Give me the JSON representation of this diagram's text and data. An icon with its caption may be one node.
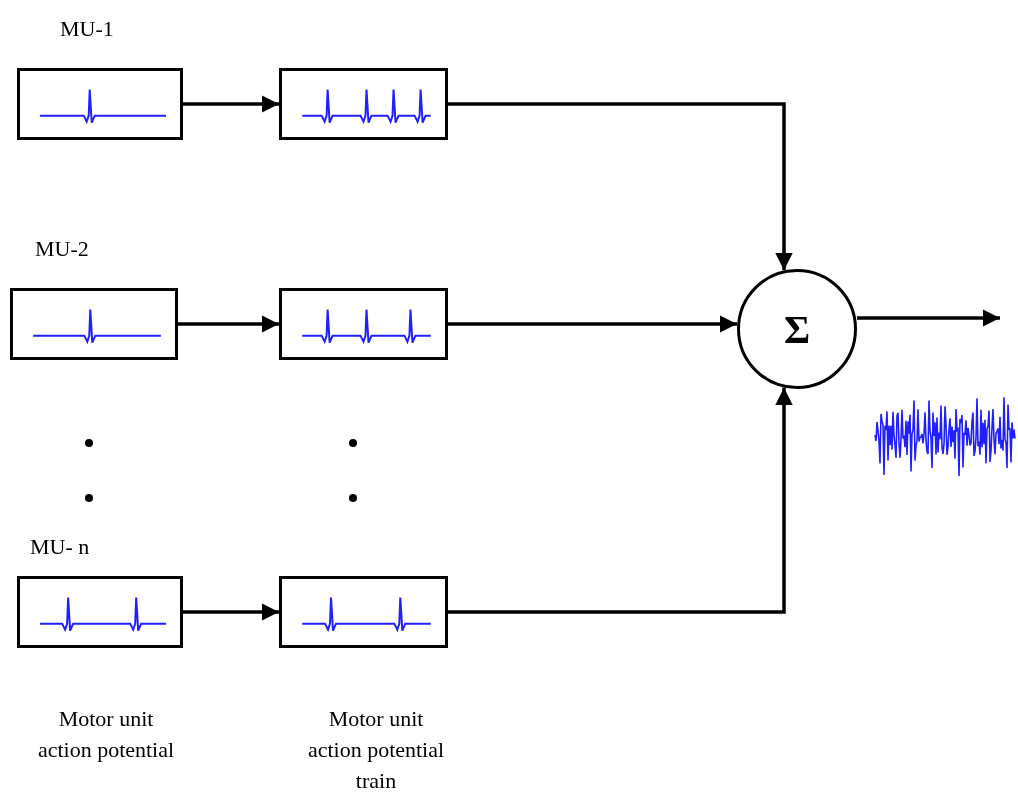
{
  "diagram": {
    "nodes": [
      {
        "text": [
          "MU-1"
        ]
      },
      {
        "text": [],
        "shape": "picture"
      },
      {
        "text": [
          "MU-2"
        ]
      },
      {
        "text": [],
        "shape": "picture"
      },
      {
        "text": [
          "MU- n"
        ]
      },
      {
        "text": [],
        "shape": "picture"
      },
      {
        "text": [
          "Σ"
        ]
      }
    ],
    "edges": [
      {
        "from": 0,
        "to": 1,
        "arrow": "to"
      },
      {
        "from": 2,
        "to": 3,
        "arrow": "to"
      },
      {
        "from": 4,
        "to": 5,
        "arrow": "to"
      },
      {
        "from": 1,
        "to": 6,
        "arrow": "to"
      },
      {
        "from": 3,
        "to": 6,
        "arrow": "to"
      },
      {
        "from": 5,
        "to": 6,
        "arrow": "to"
      },
      {
        "from": 6,
        "to": null,
        "arrow": "to"
      }
    ],
    "labels": [
      "Motor unit action potential",
      "Motor unit action potential train"
    ]
  }
}
